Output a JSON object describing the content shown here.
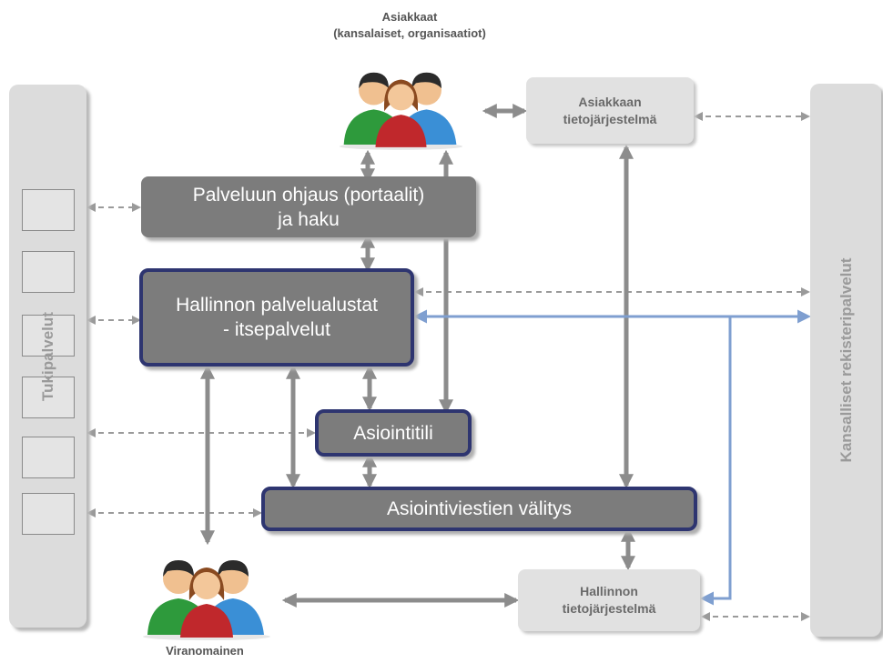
{
  "top_actor": {
    "label": "Asiakkaat\n(kansalaiset, organisaatiot)",
    "icon": "people-group-icon"
  },
  "bottom_actor": {
    "label": "Viranomainen",
    "icon": "people-group-icon"
  },
  "left_pillar": {
    "label": "Tukipalvelut"
  },
  "right_pillar": {
    "label": "Kansalliset rekisteripalvelut"
  },
  "boxes": {
    "customer_system": "Asiakkaan\ntietojärjestelmä",
    "portal": "Palveluun ohjaus (portaalit)\nja haku",
    "platforms": "Hallinnon palvelualustat\n- itsepalvelut",
    "account": "Asiointitili",
    "messaging": "Asiointiviestien välitys",
    "admin_system": "Hallinnon\ntietojärjestelmä"
  },
  "colors": {
    "dark_box": "#7c7c7c",
    "outline": "#2e3570",
    "light_box": "#e1e1e1",
    "solid_arrow": "#8c8c8c",
    "blue_arrow": "#7f9fd0",
    "dashed_arrow": "#9a9a9a"
  }
}
